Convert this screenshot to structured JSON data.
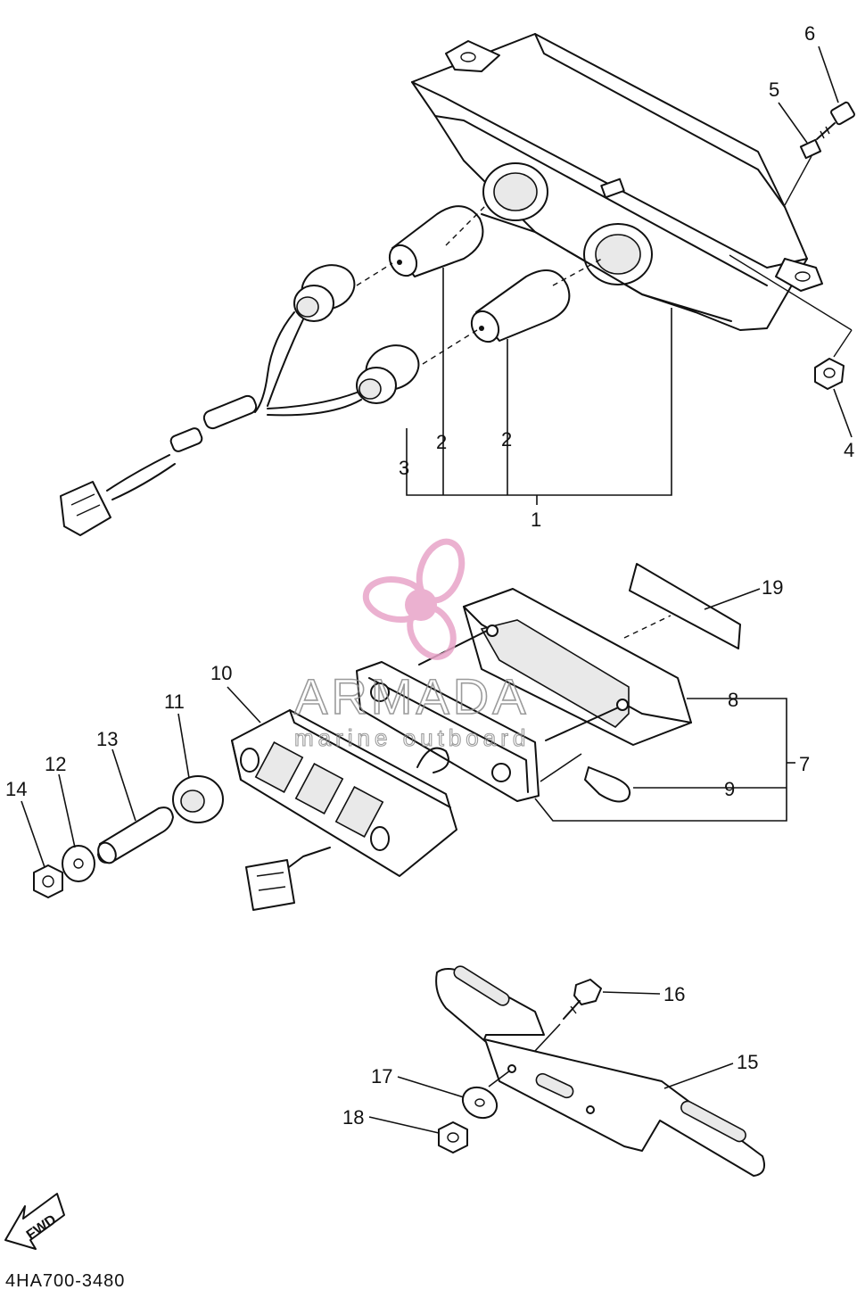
{
  "callouts": {
    "c1": "1",
    "c2a": "2",
    "c2b": "2",
    "c3": "3",
    "c4": "4",
    "c5": "5",
    "c6": "6",
    "c7": "7",
    "c8": "8",
    "c9": "9",
    "c10": "10",
    "c11": "11",
    "c12": "12",
    "c13": "13",
    "c14": "14",
    "c15": "15",
    "c16": "16",
    "c17": "17",
    "c18": "18",
    "c19": "19"
  },
  "watermark": {
    "name": "ARMADA",
    "tagline": "marine outboard",
    "accent": "#e8a4c8"
  },
  "fwd_label": "FWD",
  "diagram_code": "4HA700-3480"
}
